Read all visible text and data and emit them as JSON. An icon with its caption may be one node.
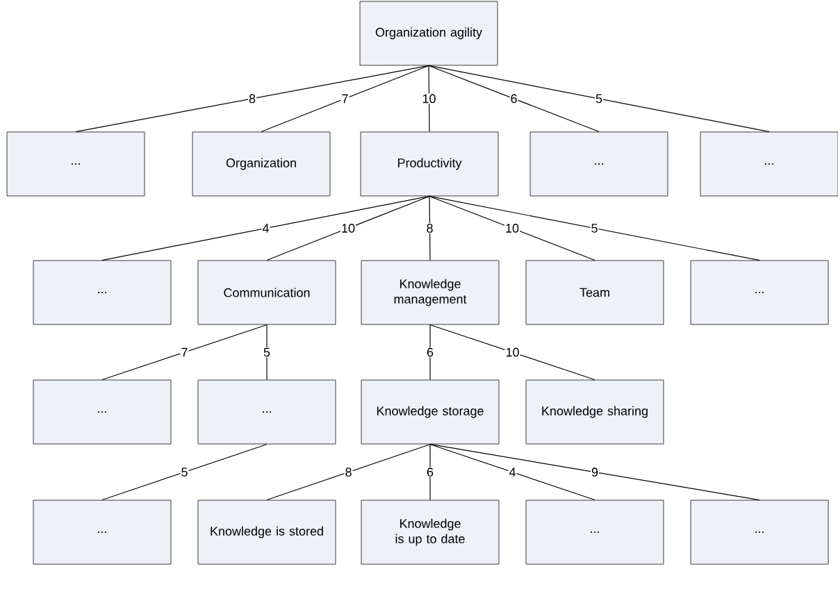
{
  "diagram": {
    "nodes": [
      {
        "text": [
          "Organization agility"
        ]
      },
      {
        "text": [
          "..."
        ]
      },
      {
        "text": [
          "Organization"
        ]
      },
      {
        "text": [
          "Productivity"
        ]
      },
      {
        "text": [
          "..."
        ]
      },
      {
        "text": [
          "..."
        ]
      },
      {
        "text": [
          "..."
        ]
      },
      {
        "text": [
          "Communication"
        ]
      },
      {
        "text": [
          "Knowledge management"
        ]
      },
      {
        "text": [
          "Team"
        ]
      },
      {
        "text": [
          "..."
        ]
      },
      {
        "text": [
          "..."
        ]
      },
      {
        "text": [
          "..."
        ]
      },
      {
        "text": [
          "Knowledge storage"
        ]
      },
      {
        "text": [
          "Knowledge sharing"
        ]
      },
      {
        "text": [
          "..."
        ]
      },
      {
        "text": [
          "Knowledge is stored"
        ]
      },
      {
        "text": [
          "Knowledge is up to date"
        ]
      },
      {
        "text": [
          "..."
        ]
      },
      {
        "text": [
          "..."
        ]
      }
    ],
    "edges": [
      {
        "from": 0,
        "to": 1,
        "arrow": "none",
        "label": "8"
      },
      {
        "from": 0,
        "to": 2,
        "arrow": "none",
        "label": "7"
      },
      {
        "from": 0,
        "to": 3,
        "arrow": "none",
        "label": "10"
      },
      {
        "from": 0,
        "to": 4,
        "arrow": "none",
        "label": "6"
      },
      {
        "from": 0,
        "to": 5,
        "arrow": "none",
        "label": "5"
      },
      {
        "from": 3,
        "to": 6,
        "arrow": "none",
        "label": "4"
      },
      {
        "from": 3,
        "to": 7,
        "arrow": "none",
        "label": "10"
      },
      {
        "from": 3,
        "to": 8,
        "arrow": "none",
        "label": "8"
      },
      {
        "from": 3,
        "to": 9,
        "arrow": "none",
        "label": "10"
      },
      {
        "from": 3,
        "to": 10,
        "arrow": "none",
        "label": "5"
      },
      {
        "from": 7,
        "to": 11,
        "arrow": "none",
        "label": "7"
      },
      {
        "from": 7,
        "to": 12,
        "arrow": "none",
        "label": "5"
      },
      {
        "from": 8,
        "to": 13,
        "arrow": "none",
        "label": "6"
      },
      {
        "from": 8,
        "to": 14,
        "arrow": "none",
        "label": "10"
      },
      {
        "from": 12,
        "to": 15,
        "arrow": "none",
        "label": "5"
      },
      {
        "from": 13,
        "to": 16,
        "arrow": "none",
        "label": "8"
      },
      {
        "from": 13,
        "to": 17,
        "arrow": "none",
        "label": "6"
      },
      {
        "from": 13,
        "to": 18,
        "arrow": "none",
        "label": "4"
      },
      {
        "from": 13,
        "to": 19,
        "arrow": "none",
        "label": "9"
      }
    ]
  }
}
